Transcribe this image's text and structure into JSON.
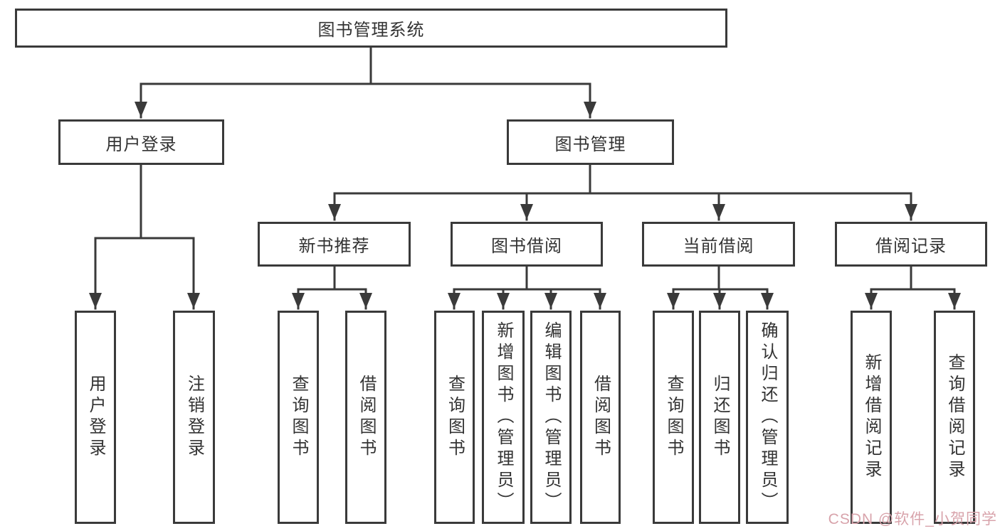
{
  "diagram_title": "图书管理系统",
  "tree": {
    "root": {
      "label": "图书管理系统"
    },
    "branches": [
      {
        "label": "用户登录",
        "children": [
          {
            "label": "用户登录"
          },
          {
            "label": "注销登录"
          }
        ]
      },
      {
        "label": "图书管理",
        "children": [
          {
            "label": "新书推荐",
            "children": [
              {
                "label": "查询图书"
              },
              {
                "label": "借阅图书"
              }
            ]
          },
          {
            "label": "图书借阅",
            "children": [
              {
                "label": "查询图书"
              },
              {
                "label": "新增图书（管理员）"
              },
              {
                "label": "编辑图书（管理员）"
              },
              {
                "label": "借阅图书"
              }
            ]
          },
          {
            "label": "当前借阅",
            "children": [
              {
                "label": "查询图书"
              },
              {
                "label": "归还图书"
              },
              {
                "label": "确认归还（管理员）"
              }
            ]
          },
          {
            "label": "借阅记录",
            "children": [
              {
                "label": "新增借阅记录"
              },
              {
                "label": "查询借阅记录"
              }
            ]
          }
        ]
      }
    ]
  },
  "colors": {
    "line": "#3a3a3a",
    "text": "#333333",
    "background": "#ffffff"
  },
  "watermark": {
    "text": "CSDN @软件_小贺同学",
    "color": "#d8a3ab"
  }
}
